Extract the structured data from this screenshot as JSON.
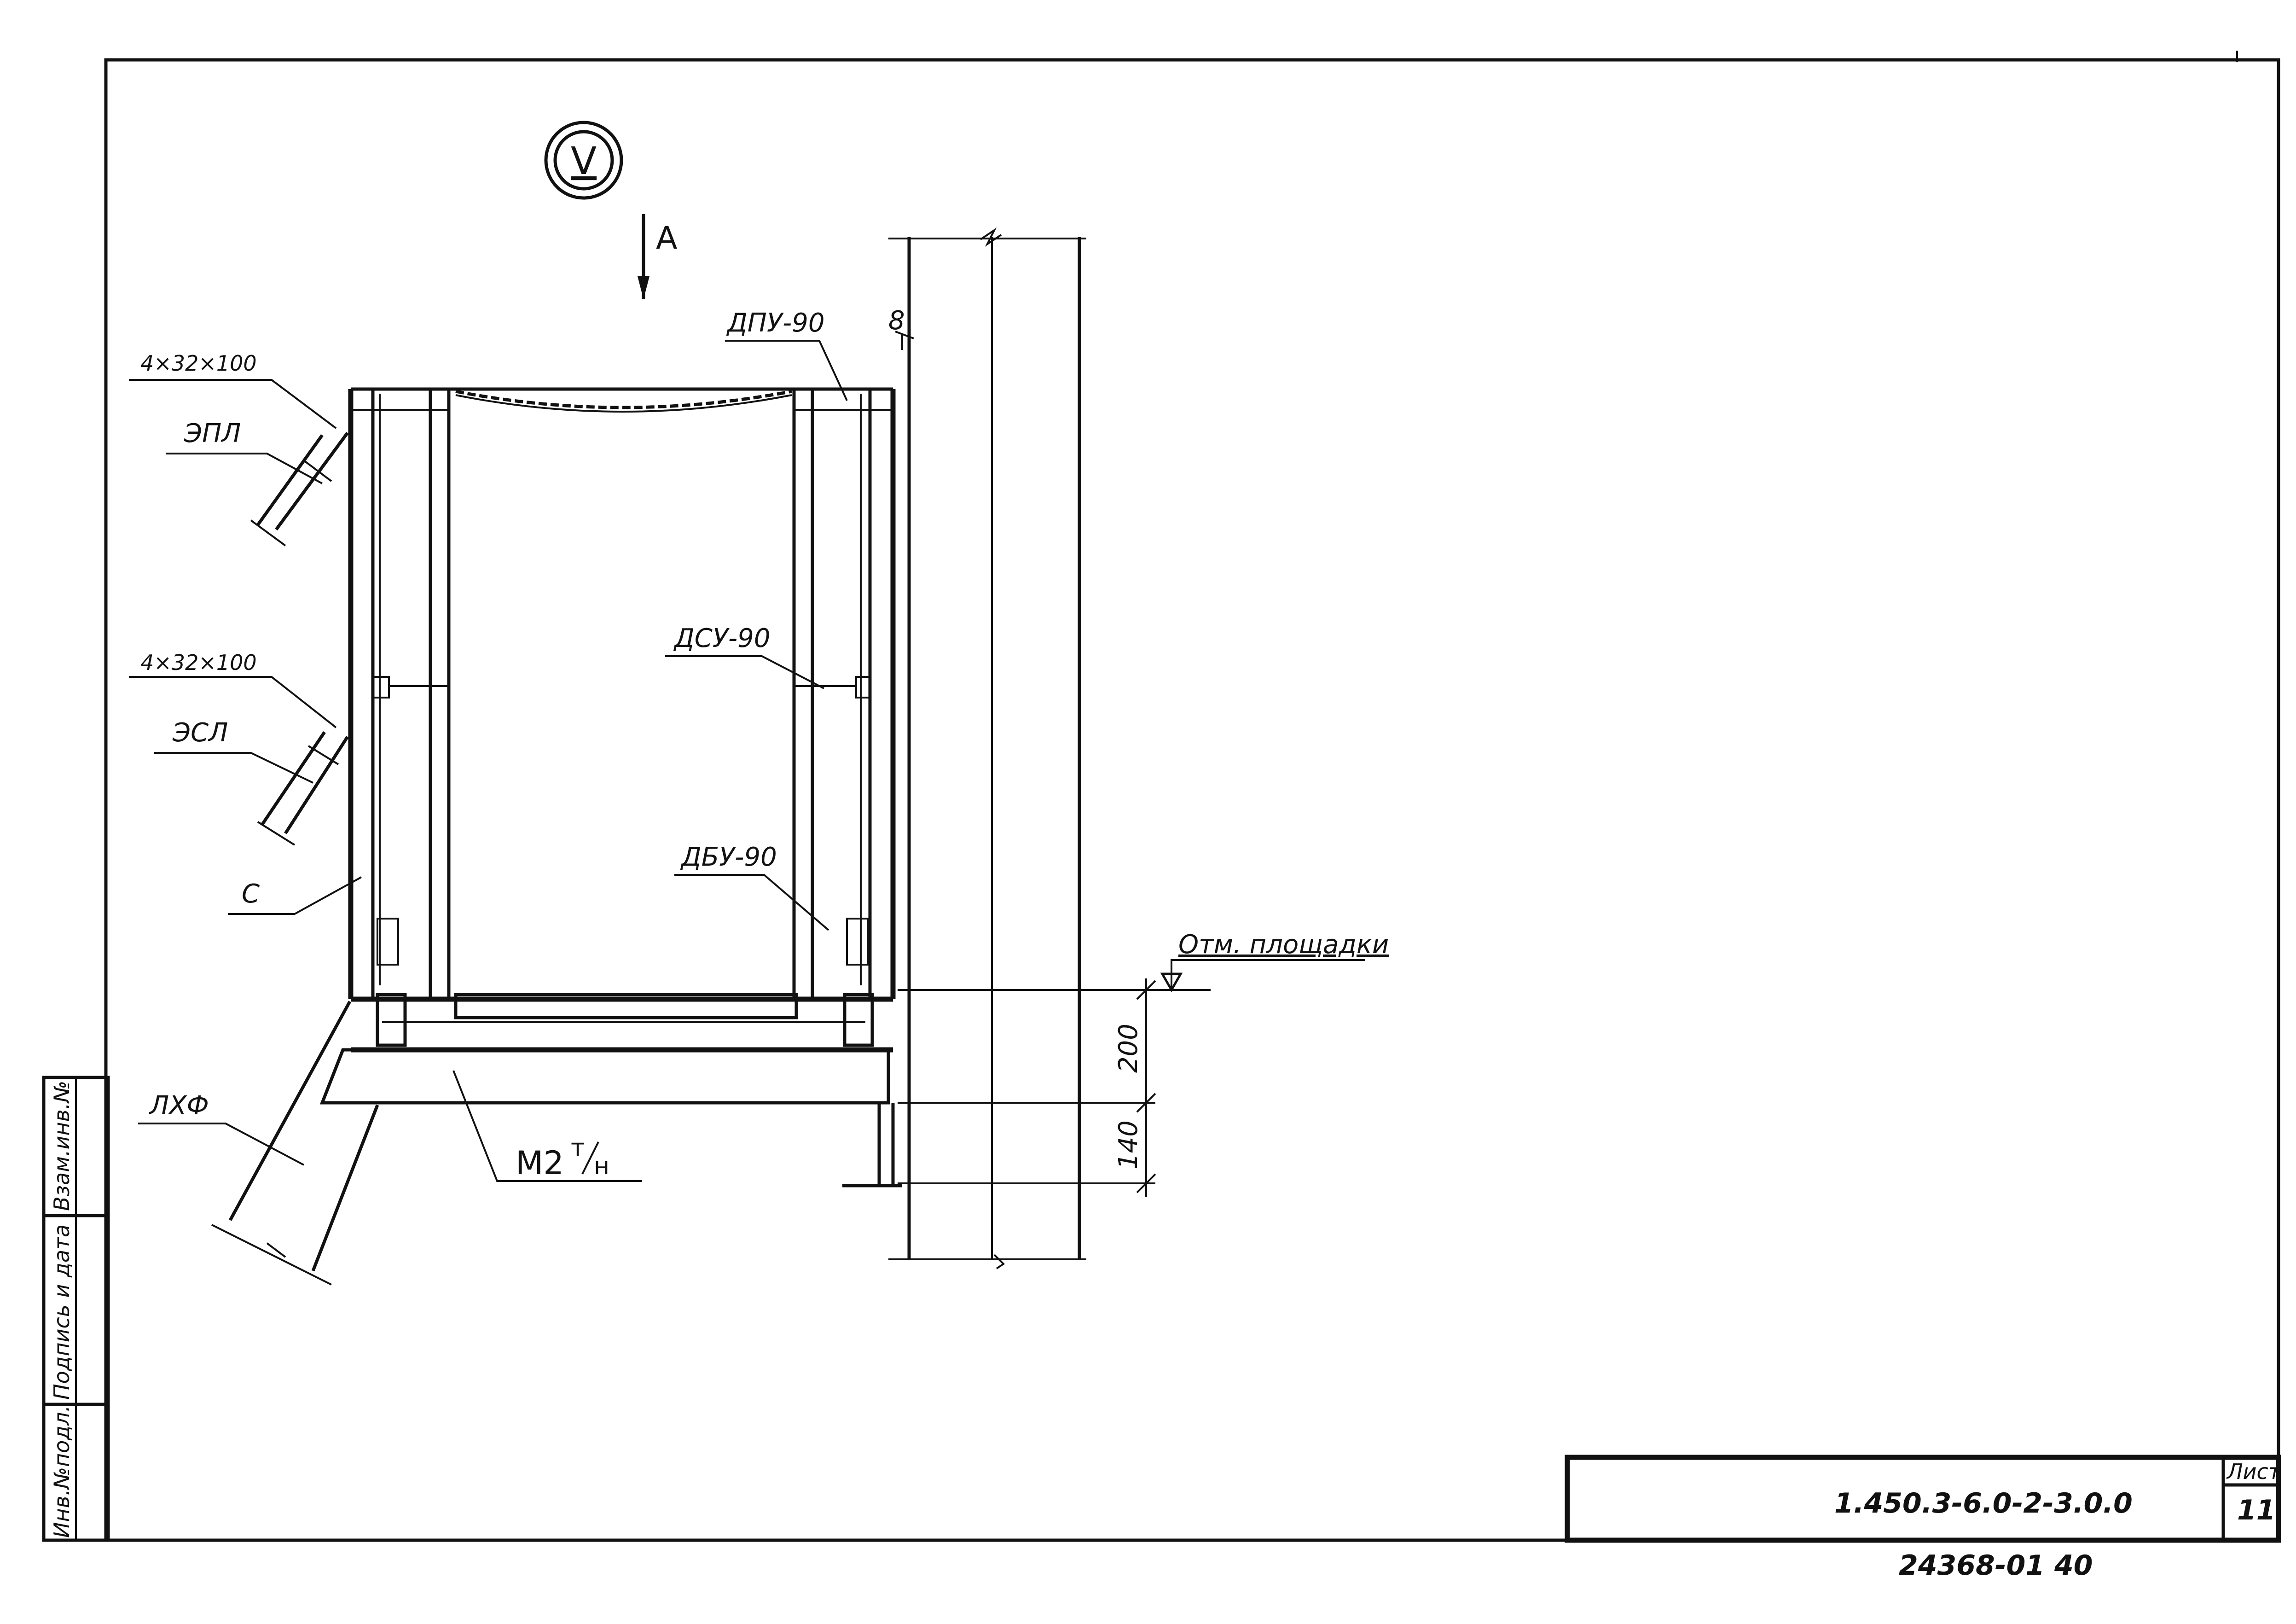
{
  "view": {
    "marker": "V",
    "arrow_label": "A"
  },
  "labels": {
    "plate_top": "4×32×100",
    "epl": "ЭПЛ",
    "plate_mid": "4×32×100",
    "esl": "ЭСЛ",
    "c": "С",
    "lhf": "ЛХФ",
    "dpu": "ДПУ-90",
    "dsu": "ДСУ-90",
    "dbu": "ДБУ-90",
    "m2": "М2 т/н",
    "m2_main": "М2",
    "m2_sup": "т",
    "m2_sub": "н",
    "level": "Отм. площадки",
    "gap": "8"
  },
  "dimensions": {
    "d1": "200",
    "d2": "140"
  },
  "side_stamp": {
    "col1": "Взам.инв.№",
    "col2": "Подпись и дата",
    "col3": "Инв.№подл."
  },
  "title_block": {
    "designation": "1.450.3-6.0-2-3.0.0",
    "sheet_label": "Лист",
    "sheet_number": "11"
  },
  "footer": {
    "archive_number": "24368-01 40"
  },
  "colors": {
    "ink": "#111111",
    "paper": "#ffffff"
  }
}
